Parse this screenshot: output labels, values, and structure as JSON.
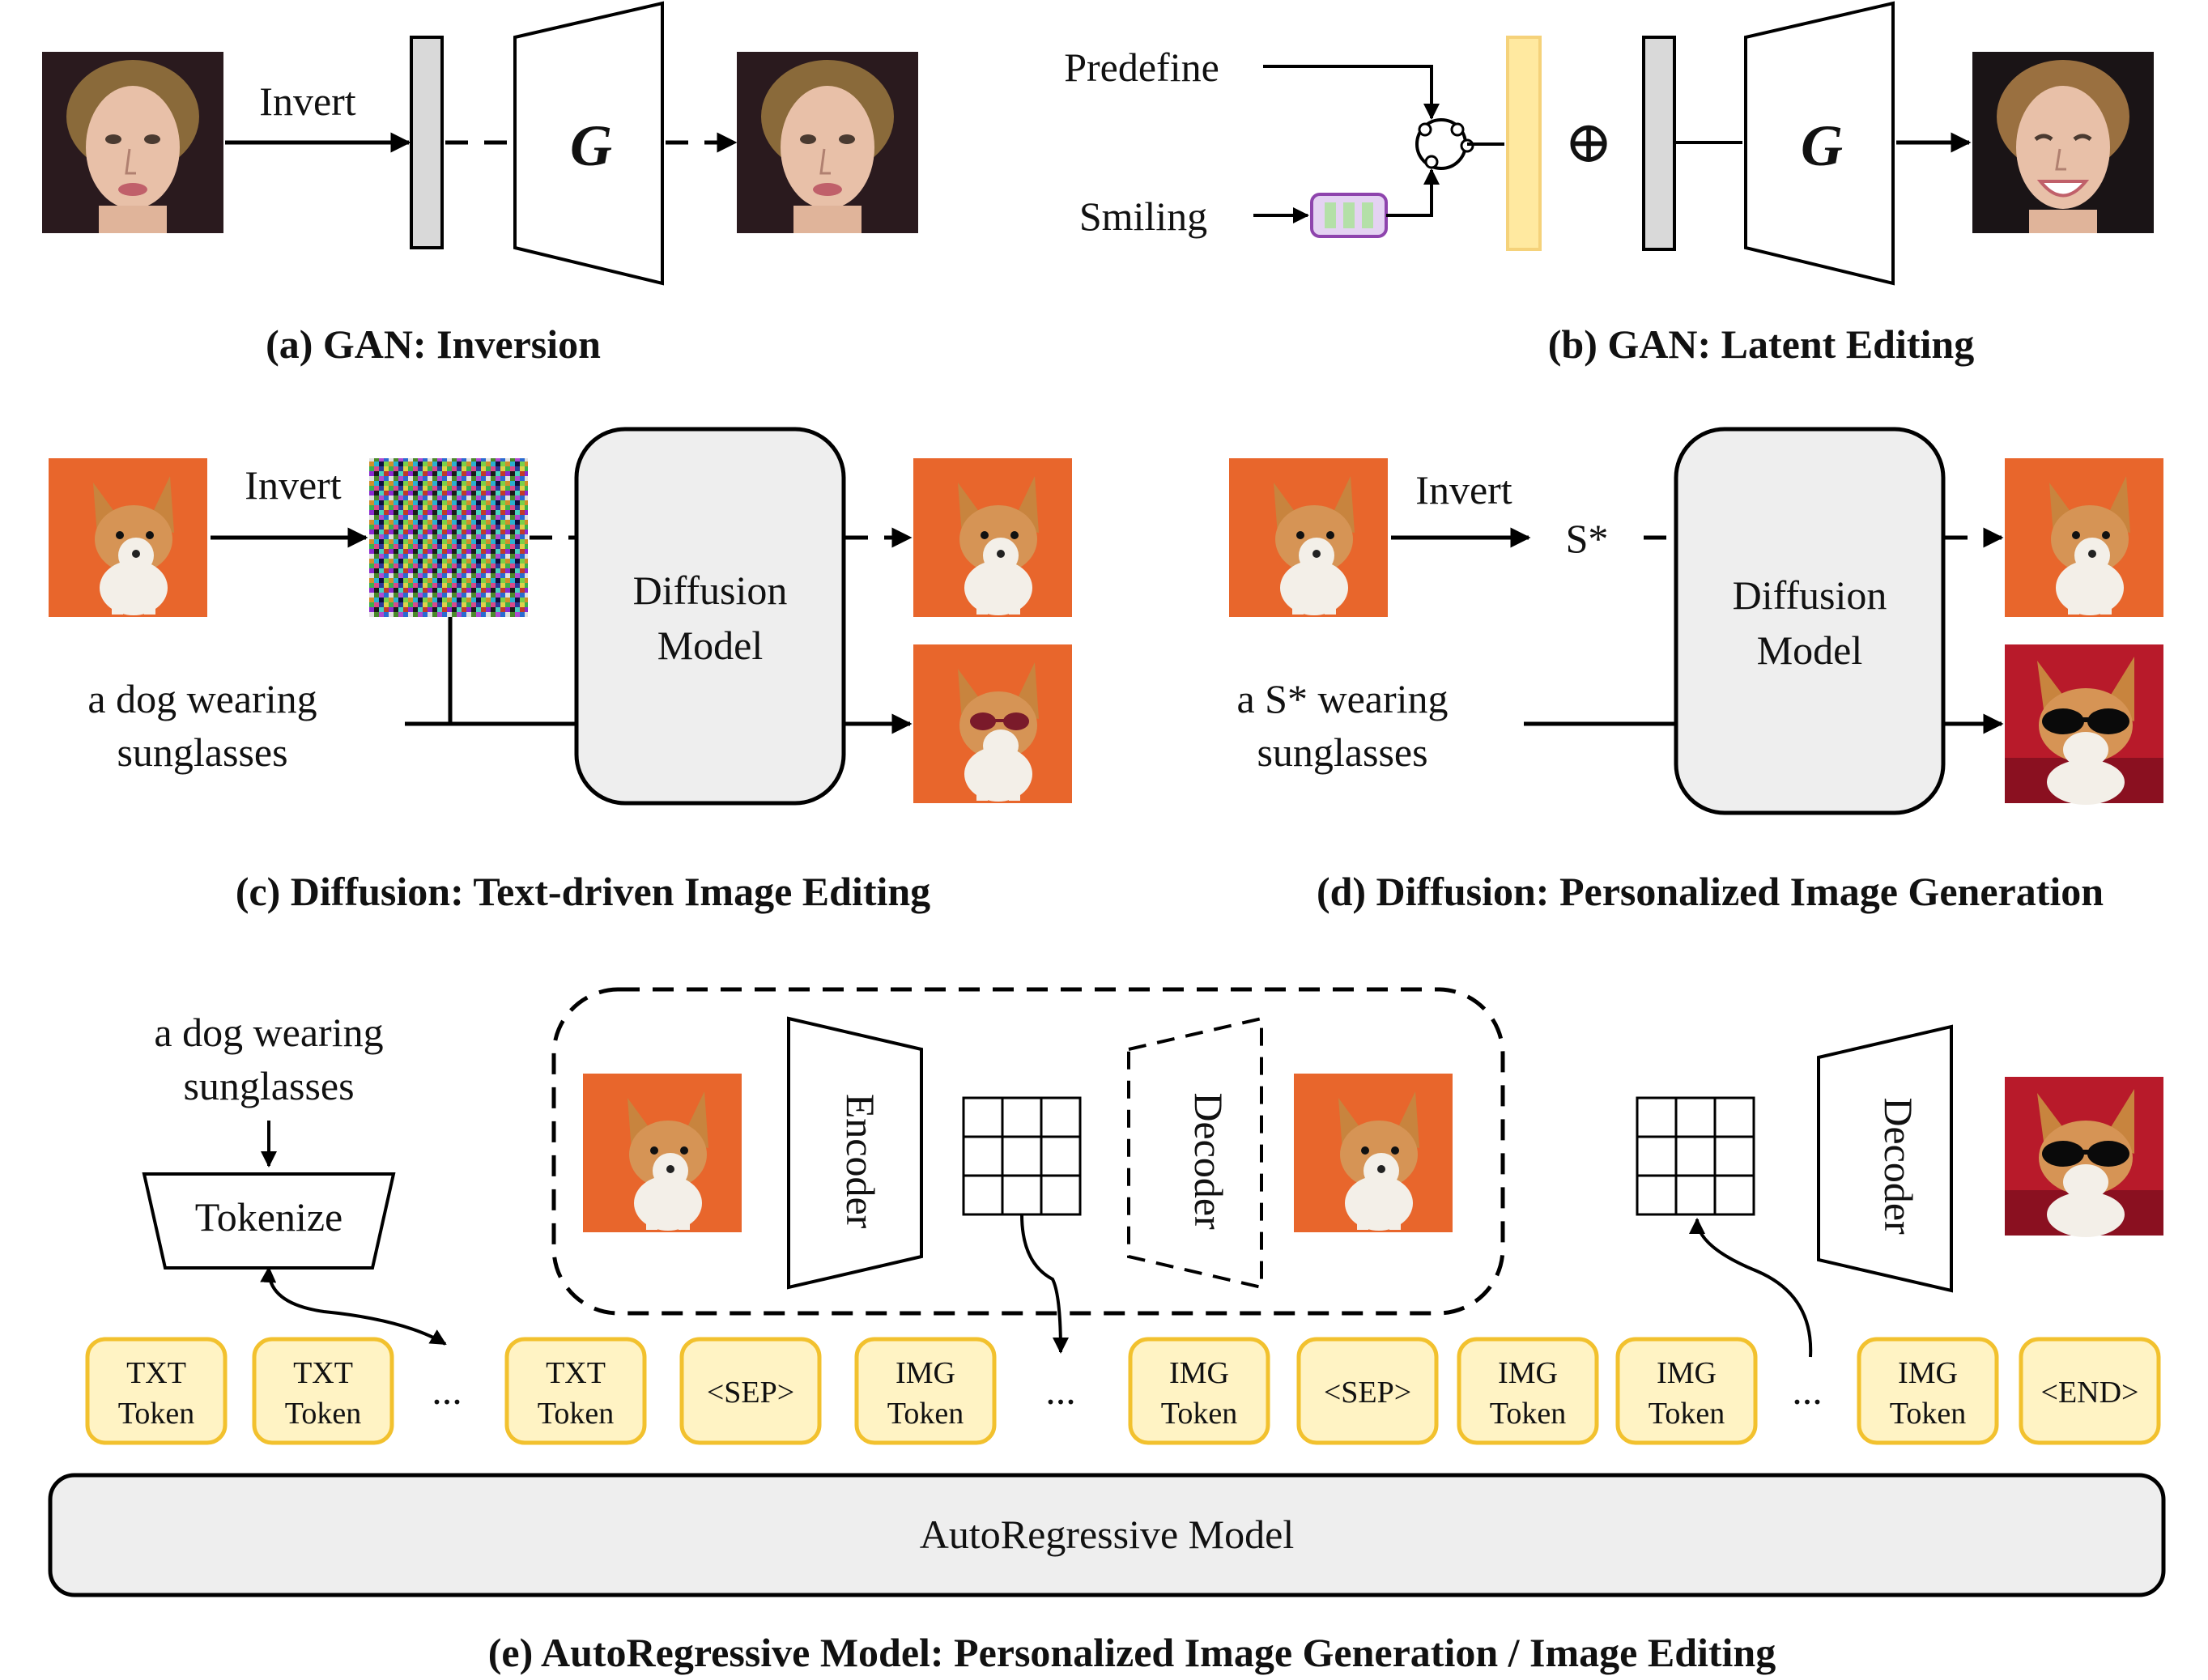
{
  "panel_a": {
    "caption": "(a) GAN: Inversion",
    "invert_label": "Invert",
    "generator_label": "G",
    "input_image": "woman-portrait",
    "output_image": "woman-portrait-reconstructed"
  },
  "panel_b": {
    "caption": "(b) GAN: Latent Editing",
    "predefine_label": "Predefine",
    "smiling_label": "Smiling",
    "generator_label": "G",
    "combine_symbol": "⊕",
    "output_image": "woman-portrait-smiling"
  },
  "panel_c": {
    "caption": "(c) Diffusion: Text-driven Image Editing",
    "invert_label": "Invert",
    "model_line1": "Diffusion",
    "model_line2": "Model",
    "prompt_line1": "a dog wearing",
    "prompt_line2": "sunglasses",
    "input_image": "corgi-puppy",
    "noise_image": "noise-latent",
    "output_images": [
      "corgi-puppy-reconstructed",
      "corgi-puppy-with-sunglasses"
    ]
  },
  "panel_d": {
    "caption": "(d) Diffusion: Personalized Image Generation",
    "invert_label": "Invert",
    "token_label": "S*",
    "model_line1": "Diffusion",
    "model_line2": "Model",
    "prompt_line1": "a S* wearing",
    "prompt_line2": "sunglasses",
    "input_image": "corgi-puppy",
    "output_images": [
      "corgi-puppy-variant",
      "corgi-with-black-sunglasses"
    ]
  },
  "panel_e": {
    "caption": "(e) AutoRegressive Model: Personalized Image Generation / Image Editing",
    "prompt_line1": "a dog wearing",
    "prompt_line2": "sunglasses",
    "tokenize_label": "Tokenize",
    "encoder_label": "Encoder",
    "decoder_label": "Decoder",
    "decoder_label_2": "Decoder",
    "model_label": "AutoRegressive Model",
    "ellipsis": "...",
    "tokens": [
      {
        "line1": "TXT",
        "line2": "Token"
      },
      {
        "line1": "TXT",
        "line2": "Token"
      },
      {
        "line1": "TXT",
        "line2": "Token"
      },
      {
        "line1": "<SEP>",
        "line2": ""
      },
      {
        "line1": "IMG",
        "line2": "Token"
      },
      {
        "line1": "IMG",
        "line2": "Token"
      },
      {
        "line1": "<SEP>",
        "line2": ""
      },
      {
        "line1": "IMG",
        "line2": "Token"
      },
      {
        "line1": "IMG",
        "line2": "Token"
      },
      {
        "line1": "IMG",
        "line2": "Token"
      },
      {
        "line1": "<END>",
        "line2": ""
      }
    ]
  },
  "colors": {
    "token_fill": "#FFF3C4",
    "token_stroke": "#F2C12E",
    "box_fill": "#EEEEEE",
    "latent_bar": "#D9D9D9",
    "edit_vector_fill": "#FFE9A0",
    "edit_vector_stroke": "#F5D27A",
    "mlp_fill": "#E4D2F2",
    "mlp_stroke": "#8E44AD",
    "orange_bg": "#E8662C"
  }
}
